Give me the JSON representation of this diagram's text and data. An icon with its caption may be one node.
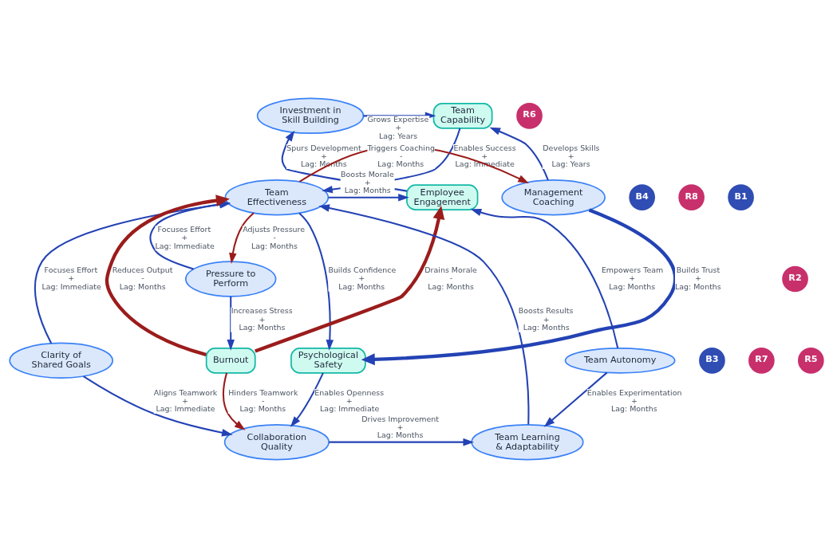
{
  "diagram": {
    "nodes": [
      {
        "text": [
          "Investment in Skill Building"
        ]
      },
      {
        "text": [
          "Team Capability"
        ]
      },
      {
        "text": [
          "R6"
        ]
      },
      {
        "text": [
          "Employee Engagement"
        ]
      },
      {
        "text": [
          "Team Effectiveness"
        ]
      },
      {
        "text": [
          "B4"
        ]
      },
      {
        "text": [
          "R8"
        ]
      },
      {
        "text": [
          "B1"
        ]
      },
      {
        "text": [
          "Management Coaching"
        ]
      },
      {
        "text": [
          "Pressure to Perform"
        ]
      },
      {
        "text": [
          "R2"
        ]
      },
      {
        "text": [
          "Clarity of Shared Goals"
        ]
      },
      {
        "text": [
          "B3"
        ]
      },
      {
        "text": [
          "Team Autonomy"
        ]
      },
      {
        "text": [
          "R7"
        ]
      },
      {
        "text": [
          "Burnout"
        ]
      },
      {
        "text": [
          "R5"
        ]
      },
      {
        "text": [
          "Psychological Safety"
        ]
      },
      {
        "text": [
          "Team Learning & Adaptability"
        ]
      },
      {
        "text": [
          "Collaboration Quality"
        ]
      }
    ],
    "edges": [
      {
        "from": 3,
        "to": 0,
        "arrow": "to",
        "label": "Spurs Development + Lag: Months"
      },
      {
        "from": 0,
        "to": 1,
        "arrow": "to",
        "label": "Grows Expertise + Lag: Years"
      },
      {
        "from": 1,
        "to": 4,
        "arrow": "to",
        "label": "Enables Success + Lag: Immediate"
      },
      {
        "from": 8,
        "to": 1,
        "arrow": "to",
        "label": "Develops Skills + Lag: Years"
      },
      {
        "from": 4,
        "to": 3,
        "arrow": "to",
        "label": "Boosts Morale + Lag: Months"
      },
      {
        "from": 9,
        "to": 4,
        "arrow": "to",
        "label": "Focuses Effort + Lag: Immediate"
      },
      {
        "from": 4,
        "to": 9,
        "arrow": "to",
        "label": "Adjusts Pressure - Lag: Months",
        "color": "#9b1c1c"
      },
      {
        "from": 4,
        "to": 8,
        "arrow": "to",
        "label": "Triggers Coaching - Lag: Months",
        "color": "#9b1c1c"
      },
      {
        "from": 13,
        "to": 3,
        "arrow": "to",
        "label": "Empowers Team + Lag: Months"
      },
      {
        "from": 15,
        "to": 3,
        "arrow": "to",
        "label": "Drains Morale - Lag: Months",
        "style": "thick",
        "color": "#9b1c1c"
      },
      {
        "from": 9,
        "to": 15,
        "arrow": "to",
        "label": "Increases Stress + Lag: Months"
      },
      {
        "from": 15,
        "to": 4,
        "arrow": "to",
        "label": "Reduces Output - Lag: Months",
        "style": "thick",
        "color": "#9b1c1c"
      },
      {
        "from": 18,
        "to": 4,
        "arrow": "to",
        "label": "Boosts Results + Lag: Months"
      },
      {
        "from": 11,
        "to": 4,
        "arrow": "to",
        "label": "Focuses Effort + Lag: Immediate"
      },
      {
        "from": 4,
        "to": 17,
        "arrow": "to",
        "label": "Builds Confidence + Lag: Months"
      },
      {
        "from": 8,
        "to": 17,
        "arrow": "to",
        "label": "Builds Trust + Lag: Months",
        "style": "thick"
      },
      {
        "from": 11,
        "to": 19,
        "arrow": "to",
        "label": "Aligns Teamwork + Lag: Immediate"
      },
      {
        "from": 17,
        "to": 19,
        "arrow": "to",
        "label": "Enables Openness + Lag: Immediate"
      },
      {
        "from": 13,
        "to": 18,
        "arrow": "to",
        "label": "Enables Experimentation + Lag: Months"
      },
      {
        "from": 15,
        "to": 19,
        "arrow": "to",
        "label": "Hinders Teamwork - Lag: Months",
        "color": "#9b1c1c"
      },
      {
        "from": 19,
        "to": 18,
        "arrow": "to",
        "label": "Drives Improvement + Lag: Months"
      }
    ]
  }
}
